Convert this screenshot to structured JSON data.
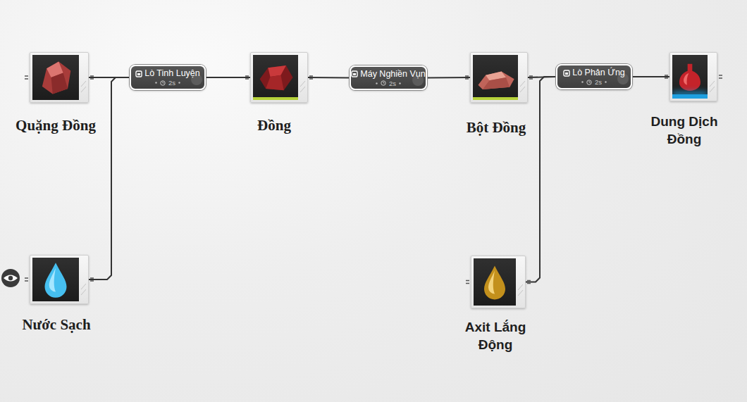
{
  "diagram": {
    "nodes": [
      {
        "text": [
          "Quặng Đồng"
        ]
      },
      {
        "text": [
          "Lò Tinh Luyện",
          "2s"
        ]
      },
      {
        "text": [
          "Đồng"
        ]
      },
      {
        "text": [
          "Máy Nghiền Vụn",
          "2s"
        ]
      },
      {
        "text": [
          "Bột Đồng"
        ]
      },
      {
        "text": [
          "Lò Phản Ứng",
          "2s"
        ]
      },
      {
        "text": [
          "Dung Dịch Đồng"
        ]
      },
      {
        "text": [
          "Nước Sạch"
        ]
      },
      {
        "text": [
          "Axit Lắng Động"
        ]
      }
    ],
    "edges": [
      {
        "from": 0,
        "to": 1,
        "arrow": "none"
      },
      {
        "from": 7,
        "to": 1,
        "arrow": "none"
      },
      {
        "from": 1,
        "to": 2,
        "arrow": "none"
      },
      {
        "from": 2,
        "to": 3,
        "arrow": "none"
      },
      {
        "from": 3,
        "to": 4,
        "arrow": "none"
      },
      {
        "from": 4,
        "to": 5,
        "arrow": "none"
      },
      {
        "from": 8,
        "to": 5,
        "arrow": "none"
      },
      {
        "from": 5,
        "to": 6,
        "arrow": "none"
      }
    ]
  }
}
